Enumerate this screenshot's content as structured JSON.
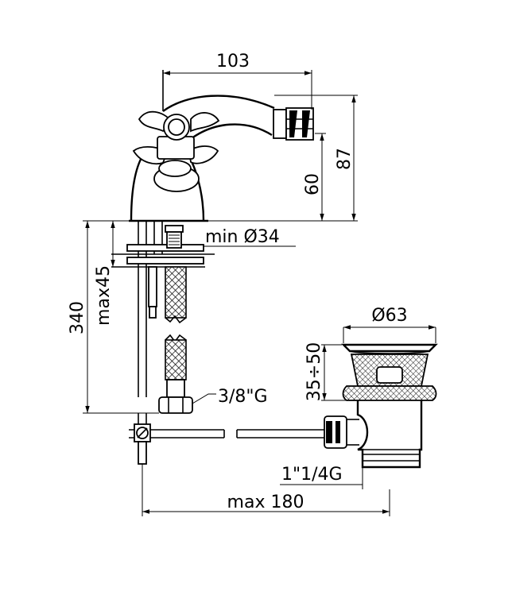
{
  "drawing": {
    "dimensions": {
      "spout_reach": "103",
      "total_height": "87",
      "spout_height": "60",
      "hole_diameter": "min Ø34",
      "deck_thickness": "max45",
      "hose_length": "340",
      "hose_connection": "3/8\"G",
      "waste_diameter": "Ø63",
      "waste_range": "35÷50",
      "waste_thread": "1\"1/4G",
      "rod_length": "max 180"
    }
  }
}
